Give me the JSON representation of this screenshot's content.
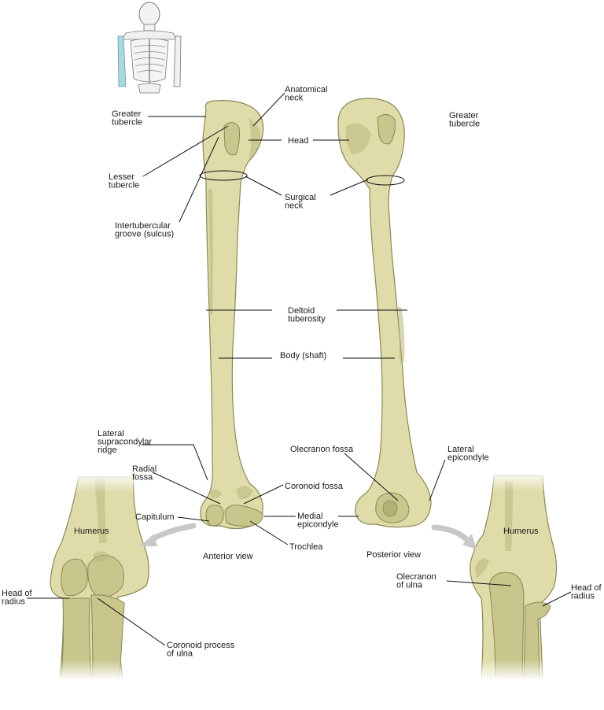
{
  "colors": {
    "bone": "#dfdcaa",
    "bone_dark": "#c9c68d",
    "bone_outline": "#8a8856",
    "skeleton_highlight": "#a8d8e0",
    "arrow": "#c8c8c8"
  },
  "views": {
    "anterior": "Anterior view",
    "posterior": "Posterior view"
  },
  "labels": {
    "greater_tubercle_left": [
      "Greater",
      "tubercle"
    ],
    "greater_tubercle_right": [
      "Greater",
      "tubercle"
    ],
    "anatomical_neck": [
      "Anatomical",
      "neck"
    ],
    "head": [
      "Head"
    ],
    "lesser_tubercle": [
      "Lesser",
      "tubercle"
    ],
    "surgical_neck": [
      "Surgical",
      "neck"
    ],
    "intertubercular_groove": [
      "Intertubercular",
      "groove (sulcus)"
    ],
    "deltoid_tuberosity": [
      "Deltoid",
      "tuberosity"
    ],
    "body_shaft": [
      "Body (shaft)"
    ],
    "lateral_supracondylar_ridge": [
      "Lateral",
      "supracondylar",
      "ridge"
    ],
    "olecranon_fossa": [
      "Olecranon fossa"
    ],
    "lateral_epicondyle": [
      "Lateral",
      "epicondyle"
    ],
    "radial_fossa": [
      "Radial",
      "fossa"
    ],
    "coronoid_fossa": [
      "Coronoid fossa"
    ],
    "capitulum": [
      "Capitulum"
    ],
    "medial_epicondyle": [
      "Medial",
      "epicondyle"
    ],
    "trochlea": [
      "Trochlea"
    ],
    "humerus_left": [
      "Humerus"
    ],
    "humerus_right": [
      "Humerus"
    ],
    "head_of_radius_left": [
      "Head of",
      "radius"
    ],
    "head_of_radius_right": [
      "Head of",
      "radius"
    ],
    "olecranon_of_ulna": [
      "Olecranon",
      "of ulna"
    ],
    "coronoid_process": [
      "Coronoid process",
      "of ulna"
    ]
  }
}
